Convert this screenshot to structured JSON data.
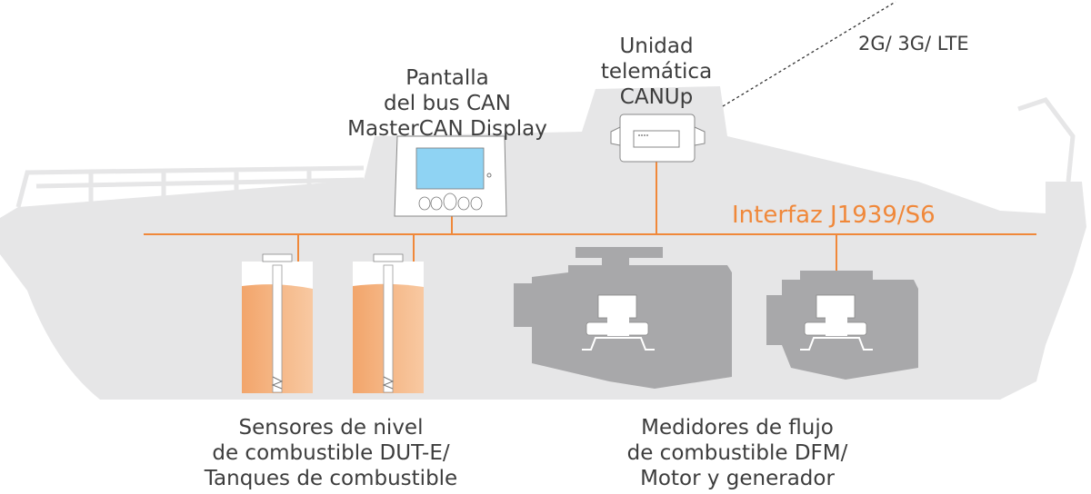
{
  "colors": {
    "bus": "#f0883a",
    "hull": "#e6e6e7",
    "engine": "#a8a8aa",
    "fuel": "#f4b07c",
    "screen": "#8fd3f3",
    "text": "#3d3d3d"
  },
  "labels": {
    "display": [
      "Pantalla",
      "del bus CAN",
      "MasterCAN Display"
    ],
    "telematics": [
      "Unidad",
      "telemática",
      "CANUp"
    ],
    "network": "2G/ 3G/ LTE",
    "bus": "Interfaz J1939/S6",
    "sensors": [
      "Sensores de nivel",
      "de combustible DUT-E/",
      "Tanques de combustible"
    ],
    "flowmeters": [
      "Medidores de flujo",
      "de combustible DFM/",
      "Motor y generador"
    ]
  }
}
